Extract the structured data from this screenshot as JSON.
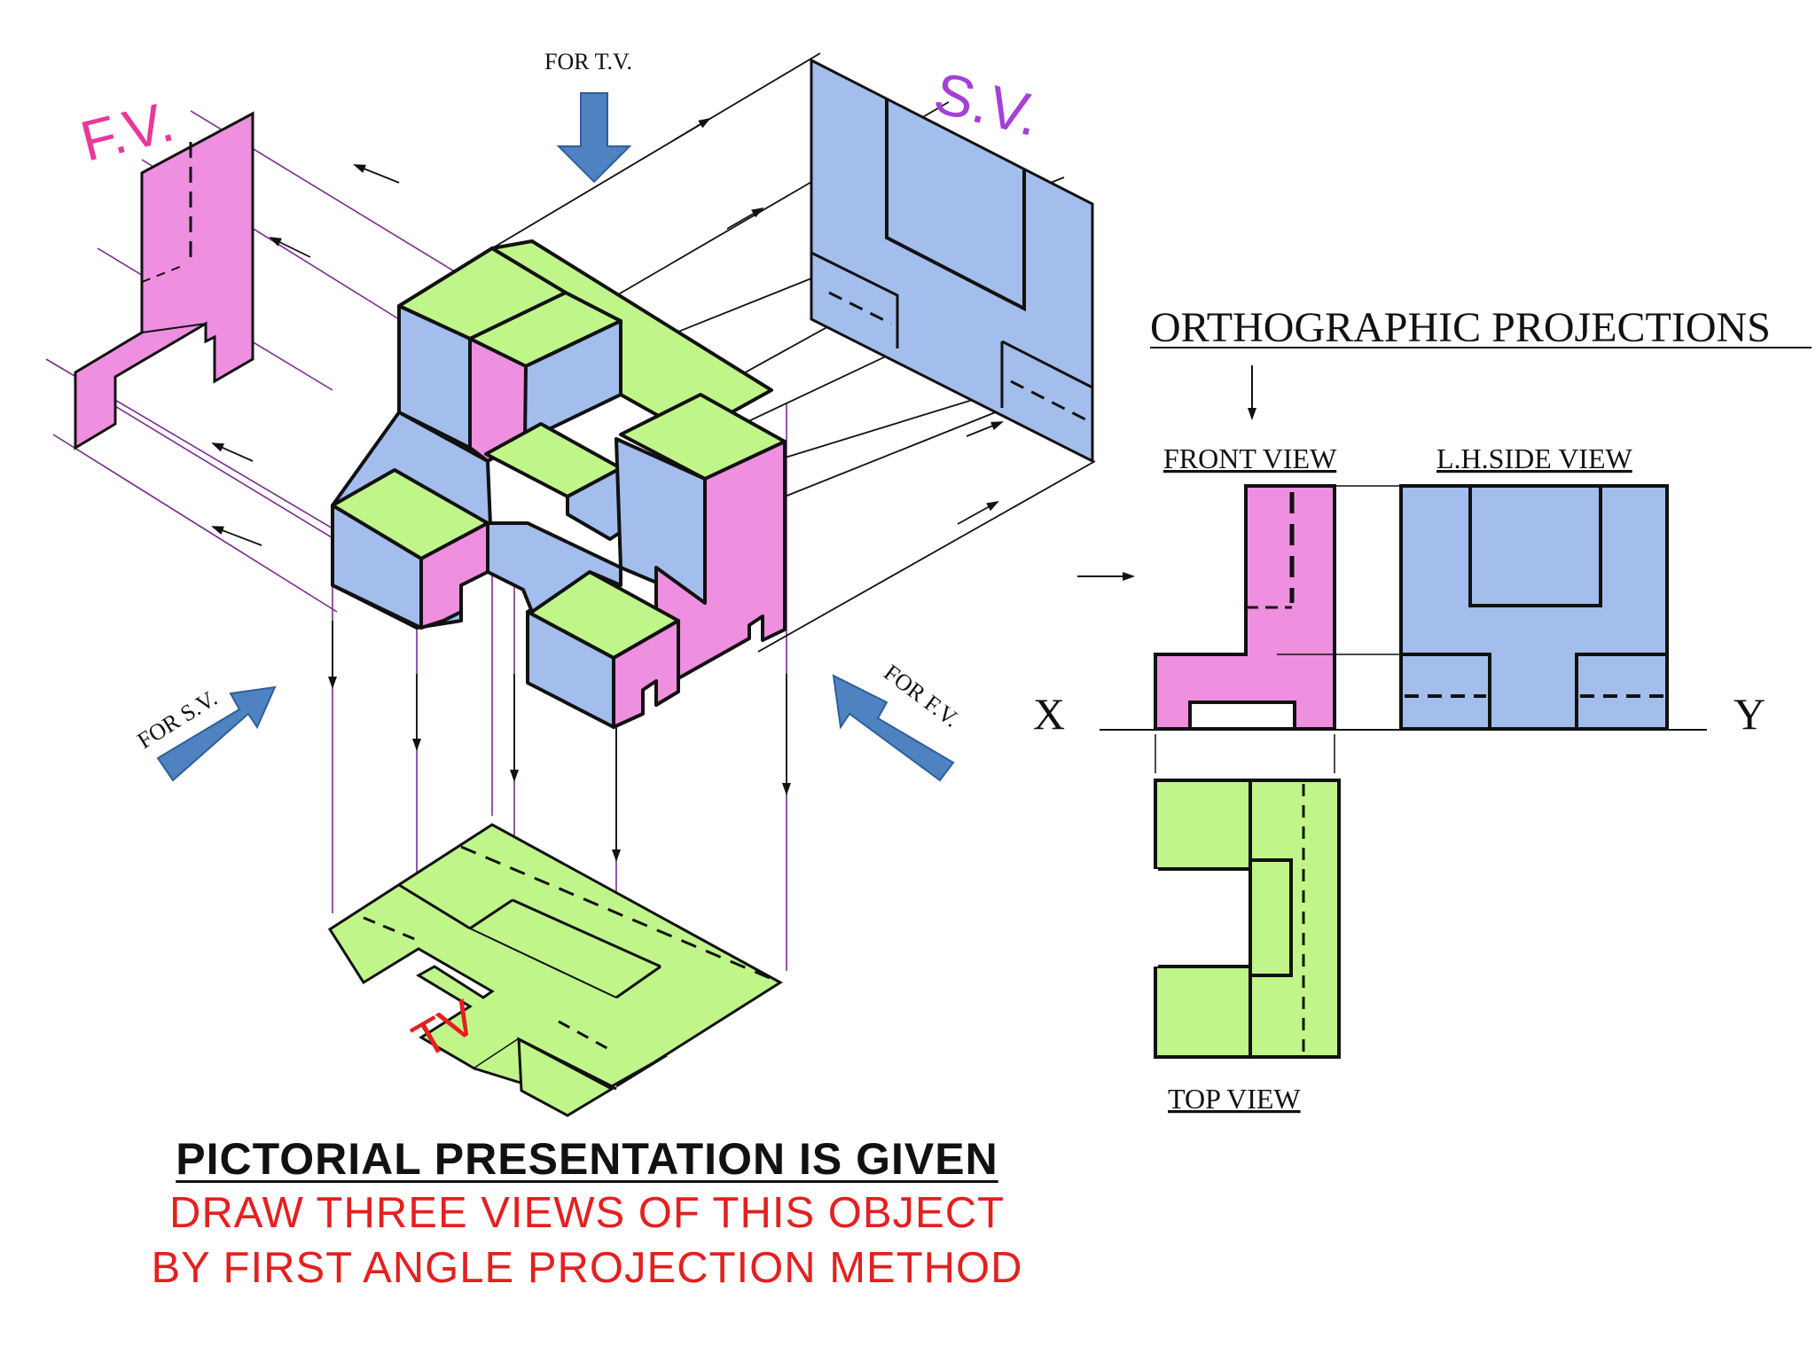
{
  "labels": {
    "for_tv": "FOR T.V.",
    "for_sv": "FOR S.V.",
    "for_fv": "FOR F.V.",
    "fv": "F.V.",
    "sv": "S.V.",
    "tv": "TV",
    "ortho_title": "ORTHOGRAPHIC PROJECTIONS",
    "front_view": "FRONT VIEW",
    "side_view": "L.H.SIDE VIEW",
    "top_view": "TOP VIEW",
    "x": "X",
    "y": "Y"
  },
  "caption": {
    "line1": "PICTORIAL PRESENTATION IS GIVEN",
    "line2": "DRAW THREE VIEWS OF THIS OBJECT",
    "line3": "BY FIRST ANGLE PROJECTION METHOD"
  },
  "colors": {
    "pink": "#ef8fe0",
    "blue": "#a3bdec",
    "green": "#c0f58a",
    "arrow_blue": "#4f82c0",
    "red": "#e32020",
    "magenta_label": "#e8389a",
    "purple_label": "#a63fd6",
    "projector": "#7b2c8f",
    "outline": "#111111"
  }
}
